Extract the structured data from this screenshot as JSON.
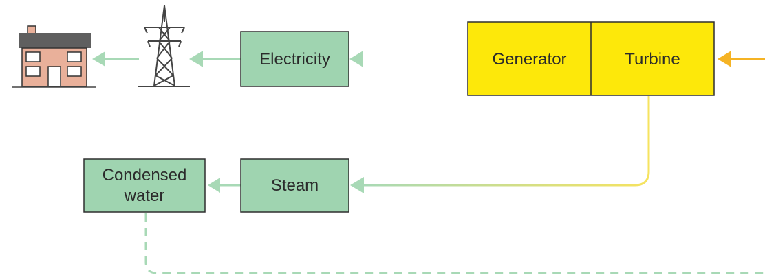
{
  "nodes": {
    "electricity": "Electricity",
    "generator": "Generator",
    "turbine": "Turbine",
    "steam": "Steam",
    "condensed_water_line1": "Condensed",
    "condensed_water_line2": "water"
  },
  "icons": {
    "house": "house-icon",
    "pylon": "pylon-icon"
  },
  "colors": {
    "green_box": "#9fd4b0",
    "green_border": "#2f2f2f",
    "yellow_box": "#fde80a",
    "green_arrow": "#a8d9b6",
    "yellow_arrow": "#f7e36a",
    "orange_arrow": "#f5b324",
    "house_wall": "#e9b09a",
    "house_roof": "#5f5f5f"
  }
}
